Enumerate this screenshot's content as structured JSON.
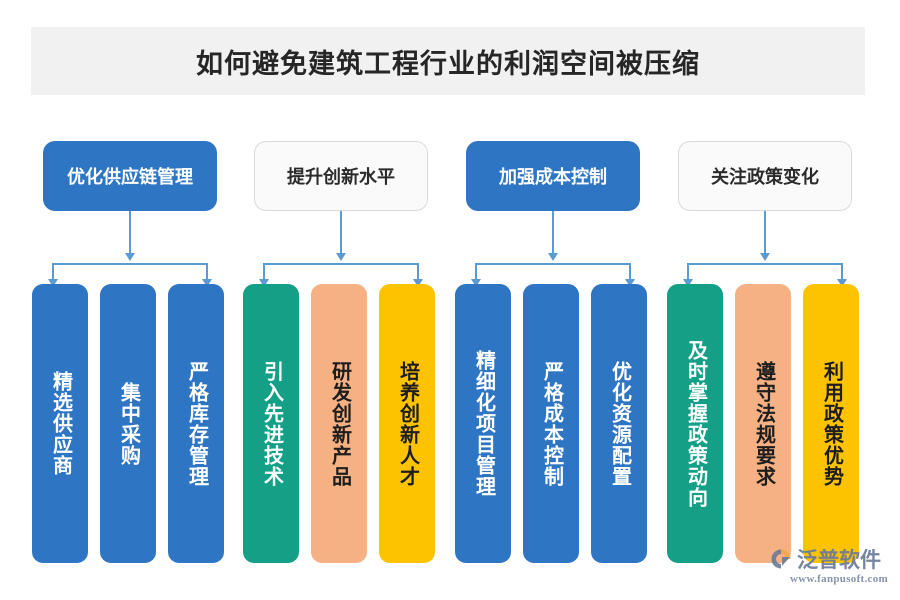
{
  "header": {
    "title": "如何避免建筑工程行业的利润空间被压缩",
    "band_color": "#f1f1f1"
  },
  "theme": {
    "blue": "#2e75c4",
    "teal": "#13a086",
    "peach": "#f5b183",
    "yellow": "#fdc300",
    "connector": "#5b9bd5",
    "outlined_border": "#d9d9d9",
    "outlined_fill": "#fafafa"
  },
  "groups": [
    {
      "title": "优化供应链管理",
      "style": "filled",
      "items": [
        {
          "label": "精选供应商",
          "color": "blue"
        },
        {
          "label": "集中采购",
          "color": "blue"
        },
        {
          "label": "严格库存管理",
          "color": "blue"
        }
      ]
    },
    {
      "title": "提升创新水平",
      "style": "outlined",
      "items": [
        {
          "label": "引入先进技术",
          "color": "teal"
        },
        {
          "label": "研发创新产品",
          "color": "peach"
        },
        {
          "label": "培养创新人才",
          "color": "yellow"
        }
      ]
    },
    {
      "title": "加强成本控制",
      "style": "filled",
      "items": [
        {
          "label": "精细化项目管理",
          "color": "blue"
        },
        {
          "label": "严格成本控制",
          "color": "blue"
        },
        {
          "label": "优化资源配置",
          "color": "blue"
        }
      ]
    },
    {
      "title": "关注政策变化",
      "style": "outlined",
      "items": [
        {
          "label": "及时掌握政策动向",
          "color": "teal"
        },
        {
          "label": "遵守法规要求",
          "color": "peach"
        },
        {
          "label": "利用政策优势",
          "color": "yellow"
        }
      ]
    }
  ],
  "watermark": {
    "name": "泛普软件",
    "url": "www.fanpusoft.com"
  }
}
